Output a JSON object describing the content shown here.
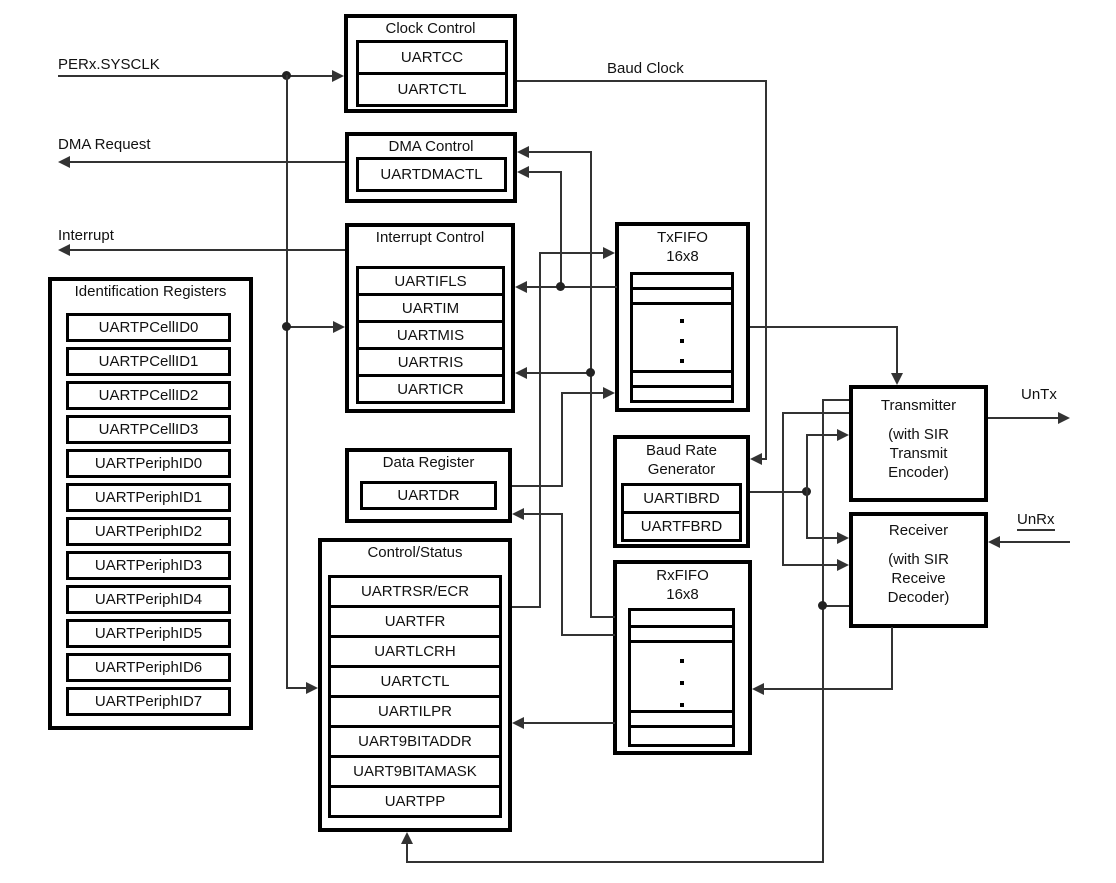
{
  "labels": {
    "sysclk": "PERx.SYSCLK",
    "dma_request": "DMA Request",
    "interrupt": "Interrupt",
    "baud_clock": "Baud Clock",
    "untx": "UnTx",
    "unrx": "UnRx"
  },
  "blocks": {
    "clock_control": {
      "title": "Clock Control",
      "registers": [
        "UARTCC",
        "UARTCTL"
      ]
    },
    "dma_control": {
      "title": "DMA Control",
      "registers": [
        "UARTDMACTL"
      ]
    },
    "interrupt_control": {
      "title": "Interrupt Control",
      "registers": [
        "UARTIFLS",
        "UARTIM",
        "UARTMIS",
        "UARTRIS",
        "UARTICR"
      ]
    },
    "identification": {
      "title": "Identification Registers",
      "registers": [
        "UARTPCellID0",
        "UARTPCellID1",
        "UARTPCellID2",
        "UARTPCellID3",
        "UARTPeriphID0",
        "UARTPeriphID1",
        "UARTPeriphID2",
        "UARTPeriphID3",
        "UARTPeriphID4",
        "UARTPeriphID5",
        "UARTPeriphID6",
        "UARTPeriphID7"
      ]
    },
    "data_register": {
      "title": "Data Register",
      "registers": [
        "UARTDR"
      ]
    },
    "control_status": {
      "title": "Control/Status",
      "registers": [
        "UARTRSR/ECR",
        "UARTFR",
        "UARTLCRH",
        "UARTCTL",
        "UARTILPR",
        "UART9BITADDR",
        "UART9BITAMASK",
        "UARTPP"
      ]
    },
    "tx_fifo": {
      "title": "TxFIFO",
      "size": "16x8"
    },
    "baud_rate_generator": {
      "title": "Baud Rate\nGenerator",
      "registers": [
        "UARTIBRD",
        "UARTFBRD"
      ]
    },
    "rx_fifo": {
      "title": "RxFIFO",
      "size": "16x8"
    },
    "transmitter": {
      "title": "Transmitter",
      "subtitle": "(with SIR\nTransmit\nEncoder)"
    },
    "receiver": {
      "title": "Receiver",
      "subtitle": "(with SIR\nReceive\nDecoder)"
    }
  },
  "colors": {
    "background": "#ffffff",
    "block_border": "#000000",
    "wire": "#333333",
    "text": "#111111"
  }
}
